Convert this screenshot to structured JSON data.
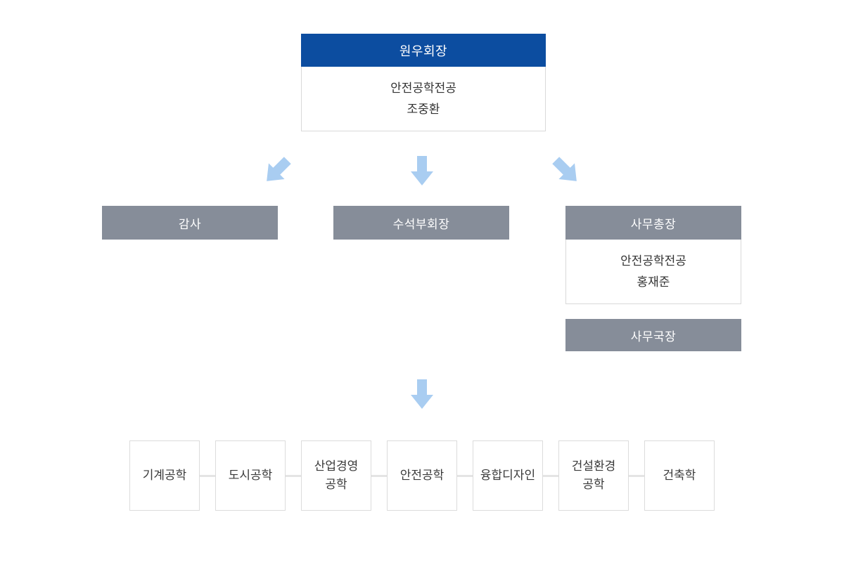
{
  "org": {
    "root": {
      "title": "원우회장",
      "line1": "안전공학전공",
      "line2": "조중환"
    },
    "audit": {
      "label": "감사"
    },
    "vice_president": {
      "label": "수석부회장"
    },
    "secretary_general": {
      "title": "사무총장",
      "line1": "안전공학전공",
      "line2": "홍재준"
    },
    "secretary_office": {
      "label": "사무국장"
    },
    "departments": [
      "기계공학",
      "도시공학",
      "산업경영\n공학",
      "안전공학",
      "융합디자인",
      "건설환경\n공학",
      "건축학"
    ]
  },
  "colors": {
    "header_blue": "#0c4da0",
    "box_gray": "#868d99",
    "arrow_blue": "#a9cdf1",
    "border_gray": "#d9d9d9",
    "text_dark": "#333333"
  }
}
